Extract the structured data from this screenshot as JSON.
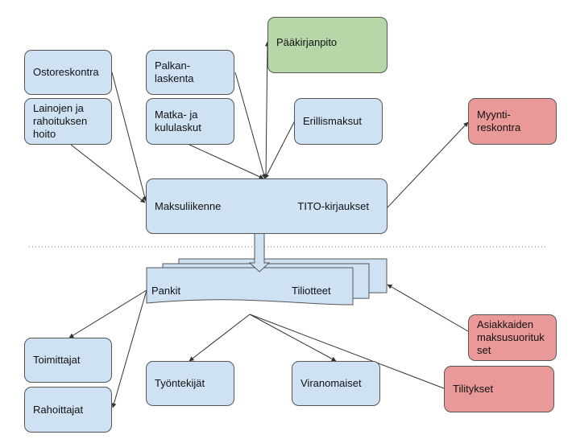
{
  "nodes": {
    "ostoreskontra": "Ostoreskontra",
    "lainojen": "Lainojen ja\nrahoituksen\nhoito",
    "palkanlaskenta": "Palkan-\nlaskenta",
    "matka": "Matka- ja\nkululaskut",
    "paakirjanpito": "Pääkirjanpito",
    "erillismaksut": "Erillismaksut",
    "myyntireskontra": "Myynti-\nreskontra",
    "maksuliikenne": "Maksuliikenne",
    "tito": "TITO-kirjaukset",
    "pankit": "Pankit",
    "tiliotteet": "Tiliotteet",
    "asiakkaiden": "Asiakkaiden\nmaksusuorituk\nset",
    "toimittajat": "Toimittajat",
    "rahoittajat": "Rahoittajat",
    "tyontekijat": "Työntekijät",
    "viranomaiset": "Viranomaiset",
    "tilitykset": "Tilitykset"
  },
  "colors": {
    "blue_box": "#cfe2f3",
    "green_box": "#b6d7a8",
    "red_box": "#ea9999"
  }
}
